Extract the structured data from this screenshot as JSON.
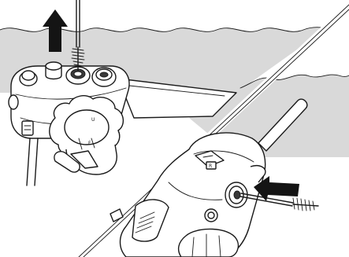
{
  "figure": {
    "panels": [
      {
        "id": "panel-top-left",
        "content": "control-section-with-valve-and-cleaning-brush"
      },
      {
        "id": "panel-bottom-right",
        "content": "control-section-with-channel-port-and-cleaning-brush"
      }
    ],
    "icons": [
      "up-arrow-icon",
      "left-arrow-icon",
      "cleaning-brush-icon"
    ],
    "colors": {
      "background": "#ffffff",
      "water_band": "#d9d9d9",
      "ink": "#1a1a1a",
      "arrow": "#141414"
    },
    "labels": {
      "knob_marker_top": "U",
      "knob_marker_bottom": "F",
      "badge_top": "R"
    }
  }
}
